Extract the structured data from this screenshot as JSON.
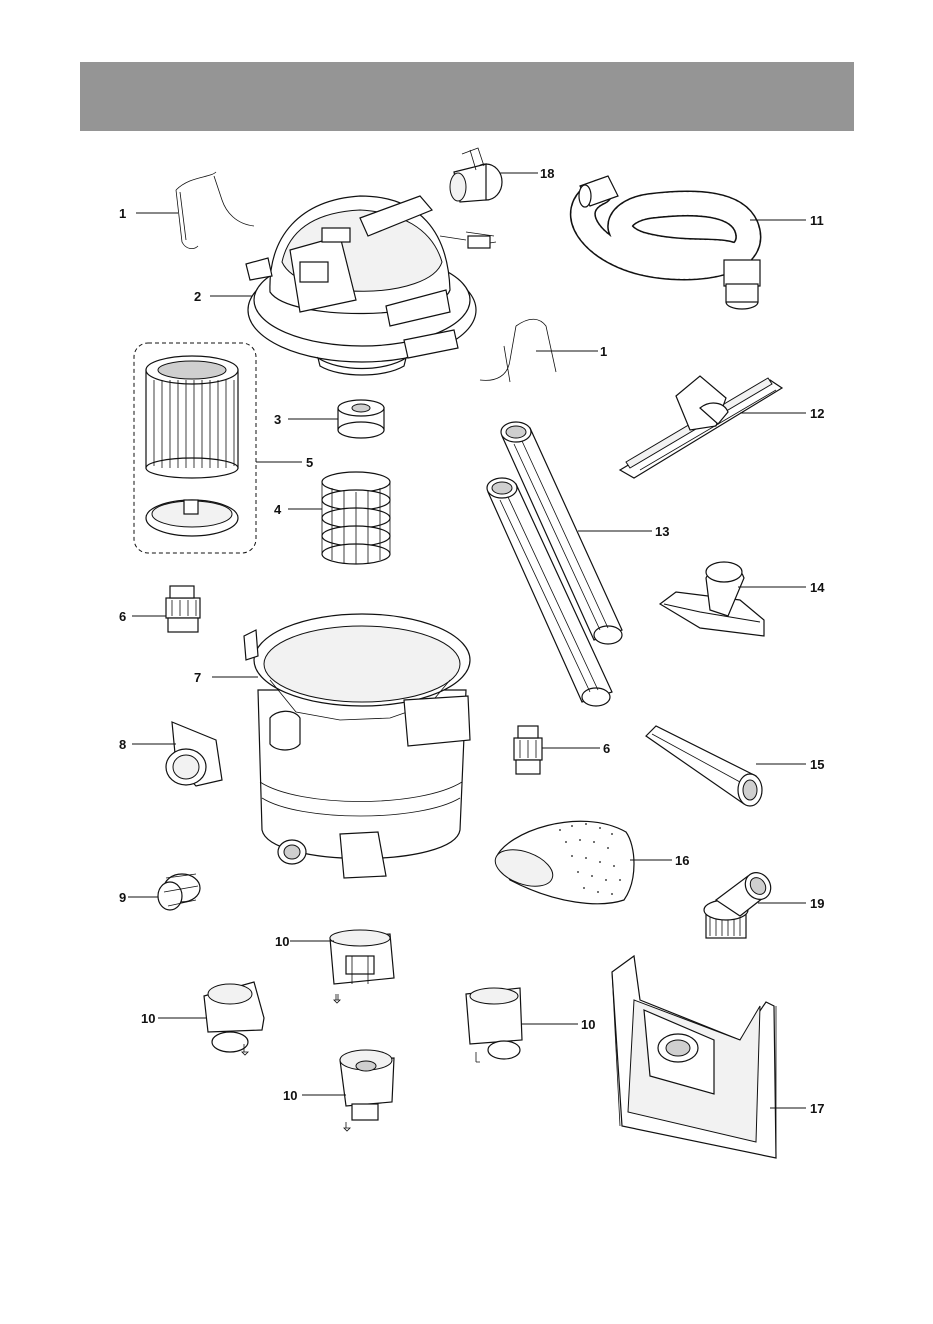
{
  "header": {
    "color": "#959595"
  },
  "callouts": {
    "c1a": "1",
    "c2": "2",
    "c18": "18",
    "c11": "11",
    "c1b": "1",
    "c3": "3",
    "c5": "5",
    "c4": "4",
    "c12": "12",
    "c13": "13",
    "c14": "14",
    "c6a": "6",
    "c7": "7",
    "c6b": "6",
    "c8": "8",
    "c15": "15",
    "c16": "16",
    "c9": "9",
    "c19": "19",
    "c10a": "10",
    "c10b": "10",
    "c10c": "10",
    "c10d": "10",
    "c17": "17"
  }
}
